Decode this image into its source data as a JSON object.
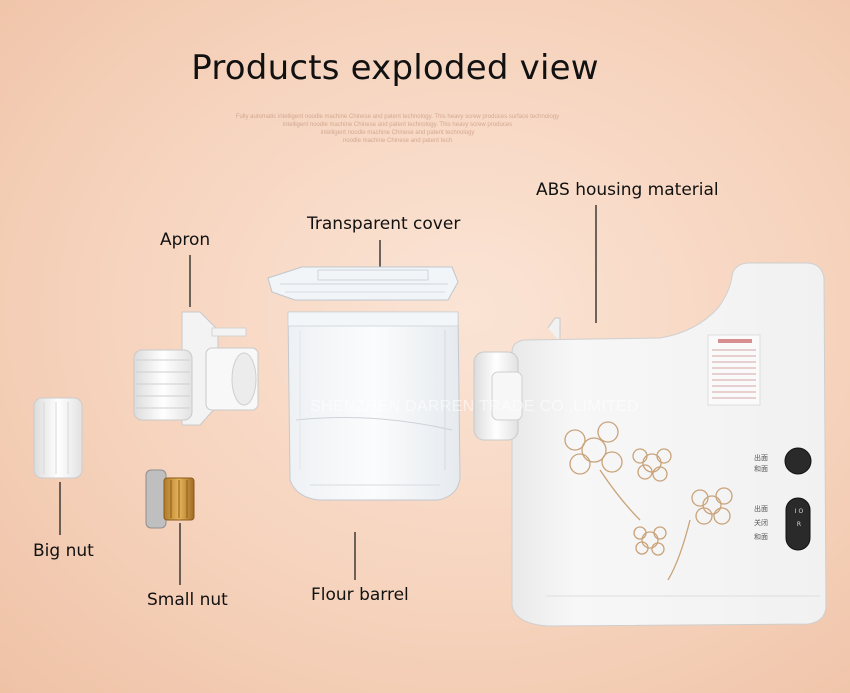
{
  "header": {
    "title": "Products exploded view",
    "subtext_lines": [
      "Fully automatic intelligent noodle machine Chinese and patent technology. This heavy screw produces surface technology",
      "intelligent noodle machine Chinese and patent technology. This heavy screw produces",
      "intelligent noodle machine Chinese and patent technology",
      "noodle machine Chinese and patent tech"
    ]
  },
  "labels": {
    "apron": "Apron",
    "transparent_cover": "Transparent cover",
    "abs_housing": "ABS housing material",
    "big_nut": "Big nut",
    "small_nut": "Small nut",
    "flour_barrel": "Flour barrel"
  },
  "watermark": "SHENZHEN  DARREN TRADE CO.,LIMITED",
  "machine_panel": {
    "button_1_top": "出面",
    "button_1_bottom": "和面",
    "button_2_top": "出面",
    "button_2_mid": "关闭",
    "button_2_bottom": "和面",
    "switch_letters": "I O R"
  },
  "colors": {
    "background": "#f6d3bd",
    "text": "#111111",
    "machine_body": "#f4f4f4"
  }
}
